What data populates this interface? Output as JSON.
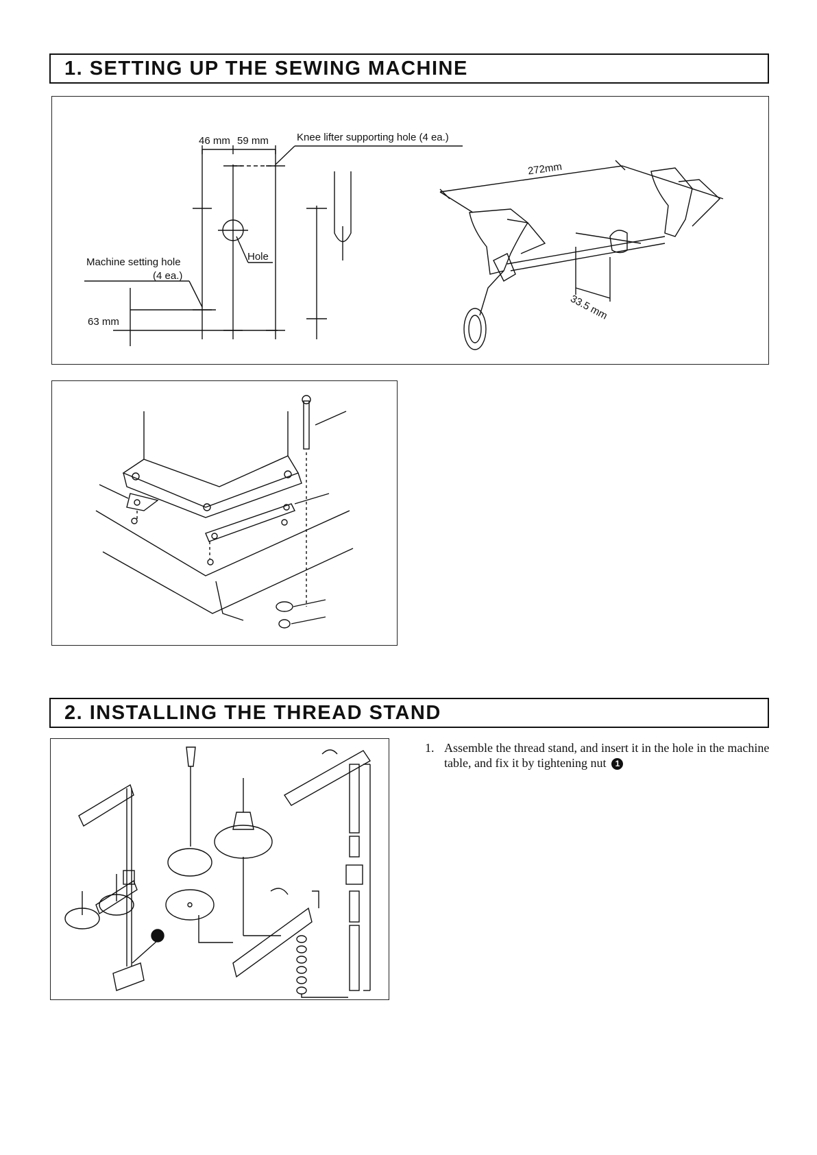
{
  "section1": {
    "title": "1. SETTING UP THE SEWING MACHINE",
    "diagram_labels": {
      "dim_46": "46 mm",
      "dim_59": "59 mm",
      "knee_lifter_hole": "Knee lifter supporting hole (4 ea.)",
      "machine_setting_hole": "Machine setting hole",
      "machine_setting_hole_count": "(4 ea.)",
      "hole": "Hole",
      "dim_63": "63 mm",
      "dim_272": "272mm",
      "dim_33_5": "33.5 mm"
    }
  },
  "section2": {
    "title": "2. INSTALLING THE THREAD STAND",
    "instruction": {
      "number": "1.",
      "text": "Assemble the thread stand, and insert it in the hole in the machine table, and fix it by tightening nut",
      "badge": "1"
    }
  }
}
